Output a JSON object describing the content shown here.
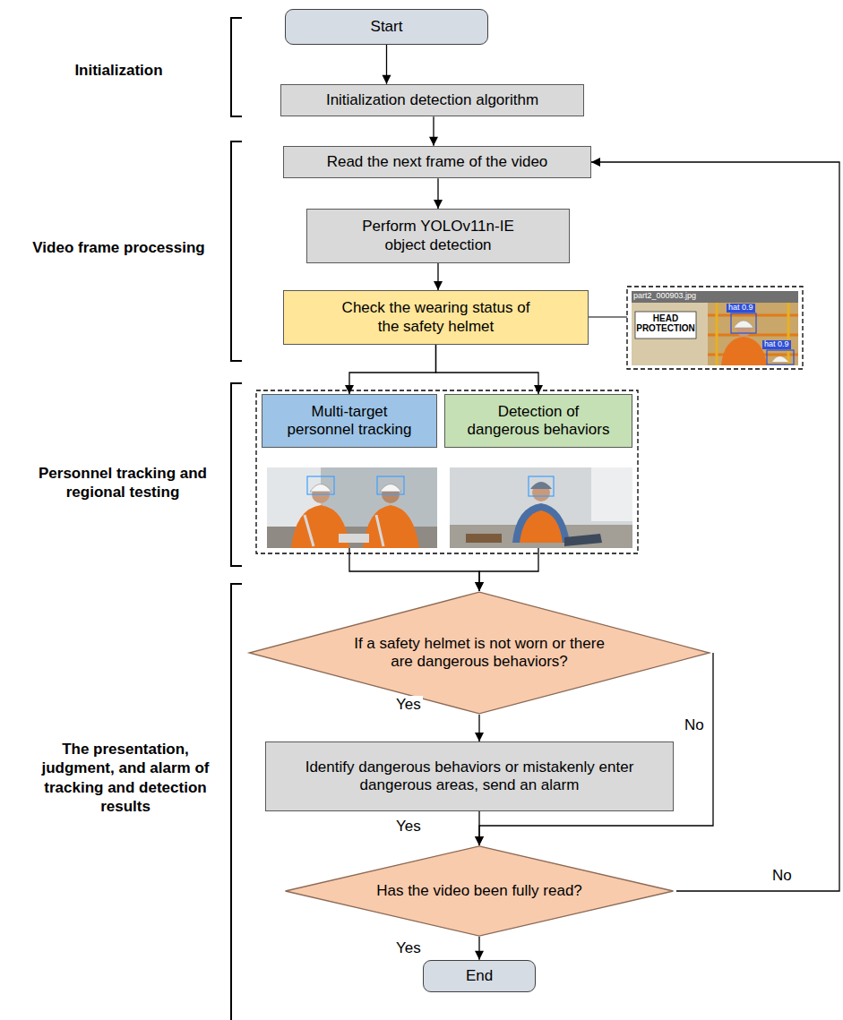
{
  "diagram": {
    "nodes": [
      {
        "text": [
          "Start"
        ]
      },
      {
        "text": [
          "Initialization detection algorithm"
        ]
      },
      {
        "text": [
          "Read the next frame of the video"
        ]
      },
      {
        "text": [
          "Perform YOLOv11n-IE object detection"
        ]
      },
      {
        "text": [
          "Check the wearing status of the safety helmet"
        ]
      },
      {
        "text": [
          "Multi-target personnel tracking"
        ]
      },
      {
        "text": [
          "Detection of dangerous behaviors"
        ]
      },
      {
        "text": [
          "If a safety helmet is not worn or there are dangerous behaviors?"
        ]
      },
      {
        "text": [
          "Identify dangerous behaviors or mistakenly enter dangerous areas, send an alarm"
        ]
      },
      {
        "text": [
          "Has the video been fully read?"
        ]
      },
      {
        "text": [
          "End"
        ]
      }
    ],
    "edges": [
      {
        "from": 0,
        "to": 1,
        "arrow": "to"
      },
      {
        "from": 1,
        "to": 2,
        "arrow": "to"
      },
      {
        "from": 2,
        "to": 3,
        "arrow": "to"
      },
      {
        "from": 3,
        "to": 4,
        "arrow": "to"
      },
      {
        "from": 4,
        "to": 5,
        "arrow": "to"
      },
      {
        "from": 4,
        "to": 6,
        "arrow": "to"
      },
      {
        "from": 5,
        "to": 7,
        "arrow": "to"
      },
      {
        "from": 6,
        "to": 7,
        "arrow": "to"
      },
      {
        "from": 7,
        "to": 8,
        "label": "Yes",
        "arrow": "to"
      },
      {
        "from": 7,
        "to": 9,
        "label": "No",
        "arrow": "to"
      },
      {
        "from": 8,
        "to": 9,
        "label": "Yes",
        "arrow": "to"
      },
      {
        "from": 9,
        "to": 2,
        "label": "No",
        "arrow": "to"
      },
      {
        "from": 9,
        "to": 10,
        "label": "Yes",
        "arrow": "to"
      }
    ],
    "labels": [
      "Initialization",
      "Video frame processing",
      "Personnel tracking and regional testing",
      "The presentation, judgment, and alarm of tracking and detection results",
      "part2_000903.jpg",
      "HEAD PROTECTION",
      "hat 0.9",
      "hat 0.9"
    ]
  }
}
